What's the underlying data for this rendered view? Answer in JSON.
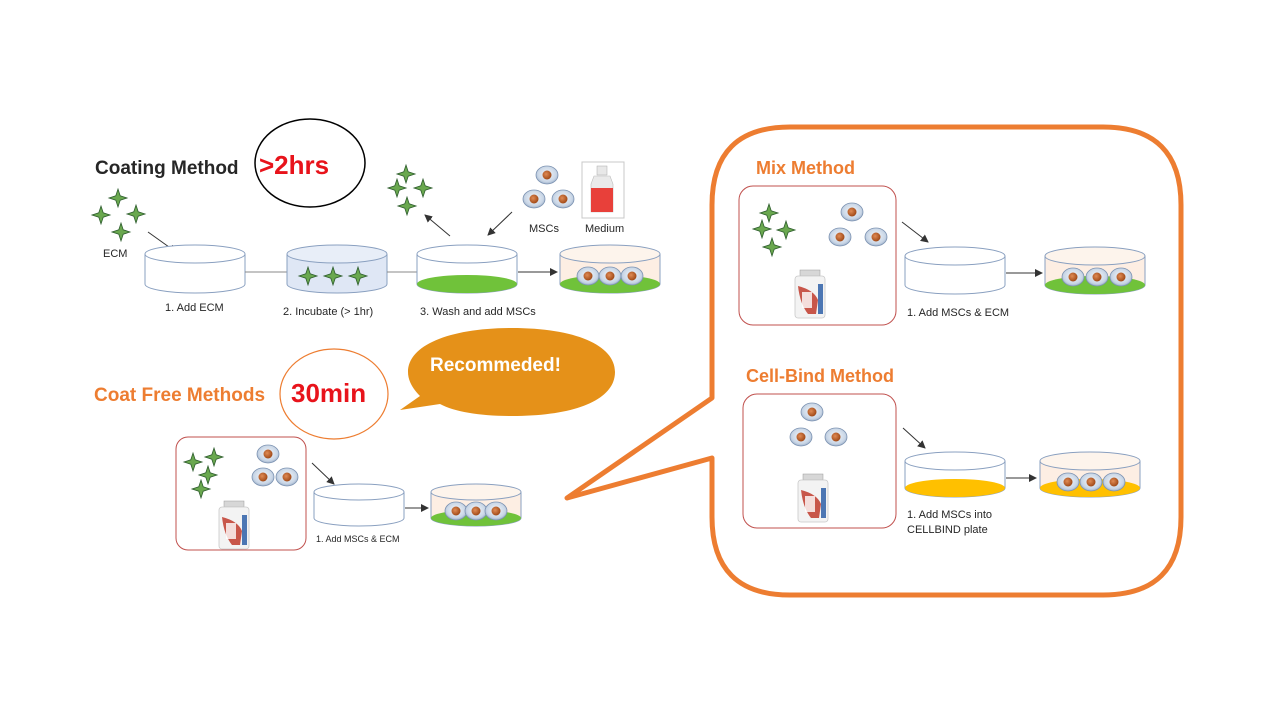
{
  "coating": {
    "title": "Coating Method",
    "time": ">2hrs",
    "ecm_label": "ECM",
    "steps": [
      "1. Add ECM",
      "2. Incubate (> 1hr)",
      "3. Wash and add MSCs"
    ],
    "mscs_label": "MSCs",
    "medium_label": "Medium"
  },
  "coat_free": {
    "title": "Coat Free Methods",
    "time": "30min",
    "bubble": "Recommeded!",
    "step": "1. Add MSCs & ECM"
  },
  "mix": {
    "title": "Mix Method",
    "step": "1. Add MSCs & ECM"
  },
  "cellbind": {
    "title": "Cell-Bind Method",
    "step_line1": "1.    Add MSCs into",
    "step_line2": "CELLBIND plate"
  },
  "colors": {
    "accent_orange": "#ed7d31",
    "time_red": "#e8131b",
    "bubble_fill": "#e59119",
    "box_border": "#c0504d",
    "green_layer": "#70c23a",
    "yellow_layer": "#ffc000",
    "ecm_star": "#6aa84f"
  }
}
